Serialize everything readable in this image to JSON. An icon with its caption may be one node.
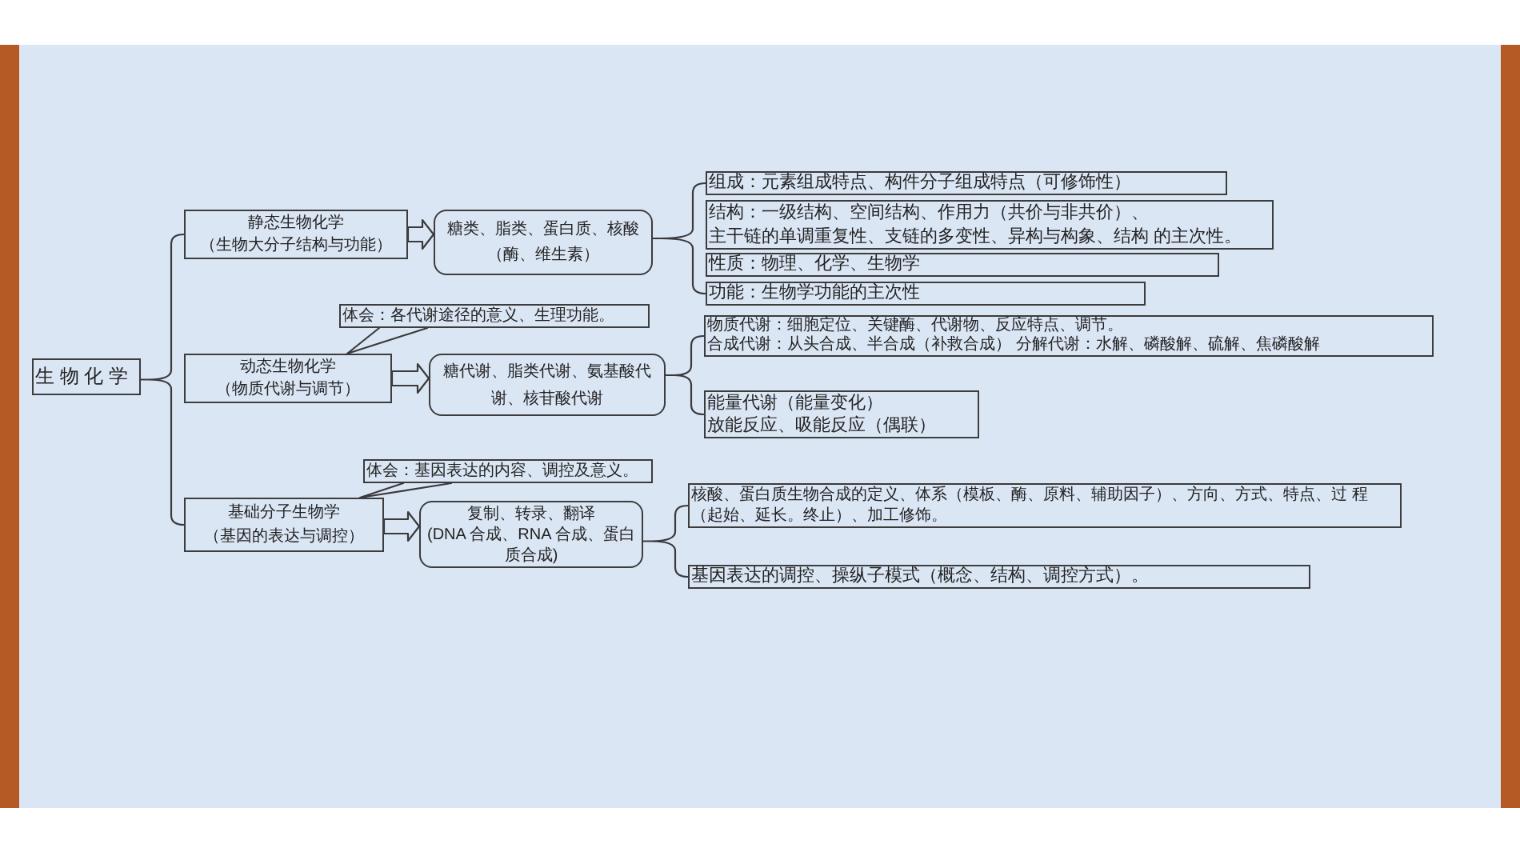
{
  "diagram": {
    "nodes": [
      {
        "text": [
          "生 物 化 学"
        ]
      },
      {
        "text": [
          "静态生物化学",
          "（生物大分子结构与功能）"
        ]
      },
      {
        "text": [
          "糖类、脂类、蛋白质、核酸",
          "（酶、维生素）"
        ]
      },
      {
        "text": [
          "组成：元素组成特点、构件分子组成特点（可修饰性）"
        ]
      },
      {
        "text": [
          "结构：一级结构、空间结构、作用力（共价与非共价）、",
          "主干链的单调重复性、支链的多变性、异构与构象、结构 的主次性。"
        ]
      },
      {
        "text": [
          "性质：物理、化学、生物学"
        ]
      },
      {
        "text": [
          "功能：生物学功能的主次性"
        ]
      },
      {
        "text": [
          "体会：各代谢途径的意义、生理功能。"
        ]
      },
      {
        "text": [
          "动态生物化学",
          "（物质代谢与调节）"
        ]
      },
      {
        "text": [
          "糖代谢、脂类代谢、氨基酸代谢、核苷酸代谢"
        ]
      },
      {
        "text": [
          "物质代谢：细胞定位、关键酶、代谢物、反应特点、调节。",
          "合成代谢：从头合成、半合成（补救合成） 分解代谢：水解、磷酸解、硫解、焦磷酸解"
        ]
      },
      {
        "text": [
          "能量代谢（能量变化）",
          "放能反应、吸能反应（偶联）"
        ]
      },
      {
        "text": [
          "体会：基因表达的内容、调控及意义。"
        ]
      },
      {
        "text": [
          "基础分子生物学",
          "（基因的表达与调控）"
        ]
      },
      {
        "text": [
          "复制、转录、翻译",
          "(DNA 合成、RNA 合成、蛋白质合成)"
        ]
      },
      {
        "text": [
          "核酸、蛋白质生物合成的定义、体系（模板、酶、原料、辅助因子）、方向、方式、特点、过 程（起始、延长。终止）、加工修饰。"
        ]
      },
      {
        "text": [
          "基因表达的调控、操纵子模式（概念、结构、调控方式）。"
        ]
      }
    ],
    "edges": [
      {
        "from": 0,
        "to": 1,
        "arrow": "none"
      },
      {
        "from": 0,
        "to": 8,
        "arrow": "none"
      },
      {
        "from": 0,
        "to": 13,
        "arrow": "none"
      },
      {
        "from": 1,
        "to": 2,
        "arrow": "to"
      },
      {
        "from": 2,
        "to": 3,
        "arrow": "none"
      },
      {
        "from": 2,
        "to": 4,
        "arrow": "none"
      },
      {
        "from": 2,
        "to": 5,
        "arrow": "none"
      },
      {
        "from": 2,
        "to": 6,
        "arrow": "none"
      },
      {
        "from": 7,
        "to": 8,
        "arrow": "none"
      },
      {
        "from": 8,
        "to": 9,
        "arrow": "to"
      },
      {
        "from": 9,
        "to": 10,
        "arrow": "none"
      },
      {
        "from": 9,
        "to": 11,
        "arrow": "none"
      },
      {
        "from": 12,
        "to": 13,
        "arrow": "none"
      },
      {
        "from": 13,
        "to": 14,
        "arrow": "to"
      },
      {
        "from": 14,
        "to": 15,
        "arrow": "none"
      },
      {
        "from": 14,
        "to": 16,
        "arrow": "none"
      }
    ]
  }
}
